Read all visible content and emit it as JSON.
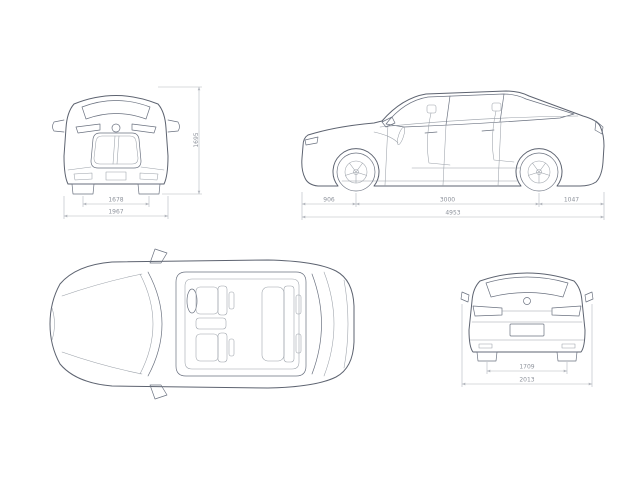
{
  "dimensions": {
    "front_view": {
      "track_width_mm": "1678",
      "overall_width_mm": "1967",
      "overall_height_mm": "1695"
    },
    "side_view": {
      "front_overhang_mm": "906",
      "wheelbase_mm": "3000",
      "rear_overhang_mm": "1047",
      "overall_length_mm": "4953"
    },
    "rear_view": {
      "track_width_mm": "1709",
      "overall_width_mm": "2013"
    }
  },
  "colors": {
    "body_line": "#5d6370",
    "detail_line": "#6b7280",
    "interior_line": "#9aa0a8",
    "dimension_line": "#b3b7be",
    "dimension_text": "#8d929b"
  }
}
